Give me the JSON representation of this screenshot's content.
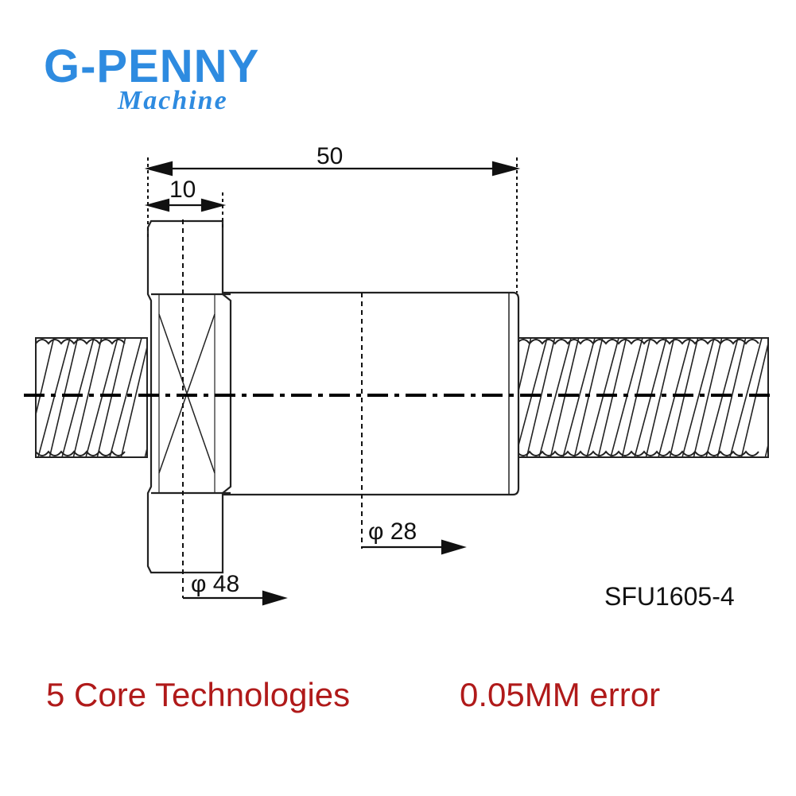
{
  "logo": {
    "brand": "G-PENNY",
    "subtitle": "Machine",
    "color": "#2e8be0"
  },
  "dimensions": {
    "total_length": "50",
    "flange_width": "10",
    "nut_diameter": "φ 28",
    "flange_diameter": "φ 48"
  },
  "model": "SFU1605-4",
  "footer": {
    "left": "5 Core Technologies",
    "right": "0.05MM error",
    "color": "#b01a1a"
  }
}
